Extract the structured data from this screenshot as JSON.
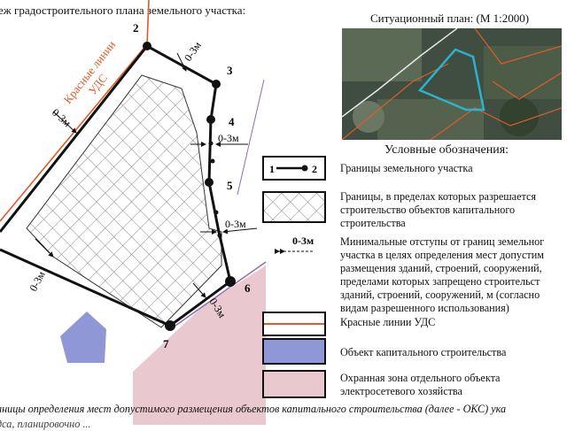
{
  "header": {
    "left_title": "еж градостроительного плана земельного участка:",
    "right_title": "Ситуационный план: (М 1:2000)"
  },
  "drawing": {
    "red_line_label": [
      "Красные линии",
      "УДС"
    ],
    "points": [
      "2",
      "3",
      "4",
      "5",
      "6",
      "7"
    ],
    "setback_label": "0-3м"
  },
  "legend": {
    "title": "Условные обозначения:",
    "items": [
      {
        "symbol": "boundary-line",
        "symbol_labels": [
          "1",
          "2"
        ],
        "lines": [
          "Границы земельного участка"
        ]
      },
      {
        "symbol": "hatch",
        "lines": [
          "Границы, в пределах которых разрешается",
          "строительство объектов капитального",
          "строительства"
        ]
      },
      {
        "symbol": "setback",
        "symbol_label": "0-3м",
        "lines": [
          "Минимальные отступы от границ земельног",
          "участка в целях определения мест допустим",
          "размещения зданий, строений, сооружений,",
          "пределами которых запрещено строительст",
          "зданий, строений, сооружений, м (согласно",
          "видам разрешенного использования)"
        ]
      },
      {
        "symbol": "red-line",
        "lines": [
          "Красные линии УДС"
        ]
      },
      {
        "symbol": "blue-fill",
        "lines": [
          "Объект капитального строительства"
        ]
      },
      {
        "symbol": "pink-fill",
        "lines": [
          "Охранная зона отдельного объекта",
          "электросетевого хозяйства"
        ]
      }
    ]
  },
  "footer": {
    "line1": "аницы определения мест допустимого размещения объектов капитального строительства (далее - ОКС) ука",
    "line2": "дса, планировочно ..."
  },
  "colors": {
    "red_line": "#e05a2b",
    "boundary": "#111111",
    "oks_fill": "#8f97d6",
    "zone_fill": "#e9c9cf",
    "zone_line": "#8e6fa8",
    "parcel_outline_on_map": "#2ab3cf"
  }
}
